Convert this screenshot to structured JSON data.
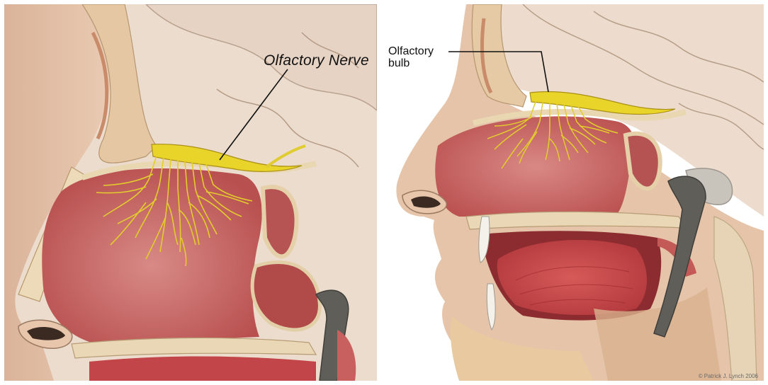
{
  "panels": [
    {
      "id": "left",
      "subject": "sagittal section of nasal cavity with olfactory nerve fibres",
      "label": "Olfactory Nerve"
    },
    {
      "id": "right",
      "subject": "sagittal section of head showing nasal cavity, palate and tongue",
      "label_line1": "Olfactory",
      "label_line2": "bulb",
      "credit": "© Patrick J. Lynch 2006"
    }
  ],
  "colors": {
    "nerve": "#e6d22a",
    "mucosa": "#c85a5e",
    "bone": "#e8d4b0",
    "skin": "#e3c0a6",
    "brain": "#ead9cc",
    "muscle": "#c8484a",
    "tube": "#5f5e58"
  }
}
